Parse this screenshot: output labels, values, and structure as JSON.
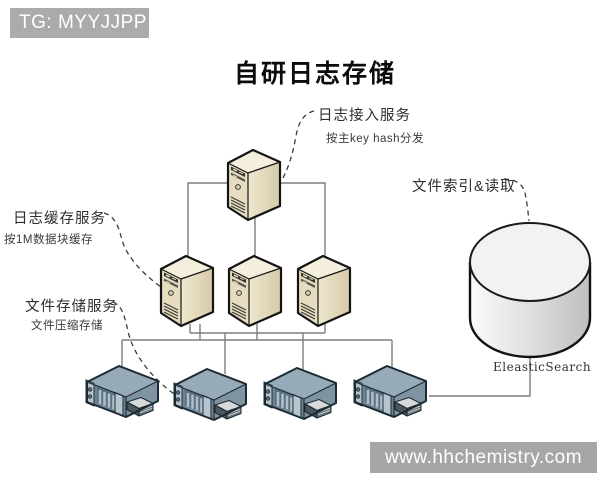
{
  "badge": {
    "text": "TG: MYYJJPP"
  },
  "title": "自研日志存储",
  "labels": {
    "access": {
      "title": "日志接入服务",
      "subtitle": "按主key hash分发"
    },
    "cache": {
      "title": "日志缓存服务",
      "subtitle": "按1M数据块缓存"
    },
    "storage": {
      "title": "文件存储服务",
      "subtitle": "文件压缩存储"
    },
    "index": {
      "title": "文件索引&读取"
    },
    "database": {
      "title": "EleasticSearch"
    }
  },
  "watermark": {
    "text": "www.hhchemistry.com"
  },
  "colors": {
    "badge_bg": "#ababab",
    "watermark_bg": "#9e9e9e",
    "connector_line": "#7d7d7d",
    "dashed_line": "#3c3c3c",
    "tower_top": "#f4efdd",
    "tower_front": "#e6ddc1",
    "tower_side": "#e0d6b8",
    "rack_top": "#96aab7",
    "rack_front": "#6e8493",
    "cylinder_fill": "#e9e9e9"
  }
}
